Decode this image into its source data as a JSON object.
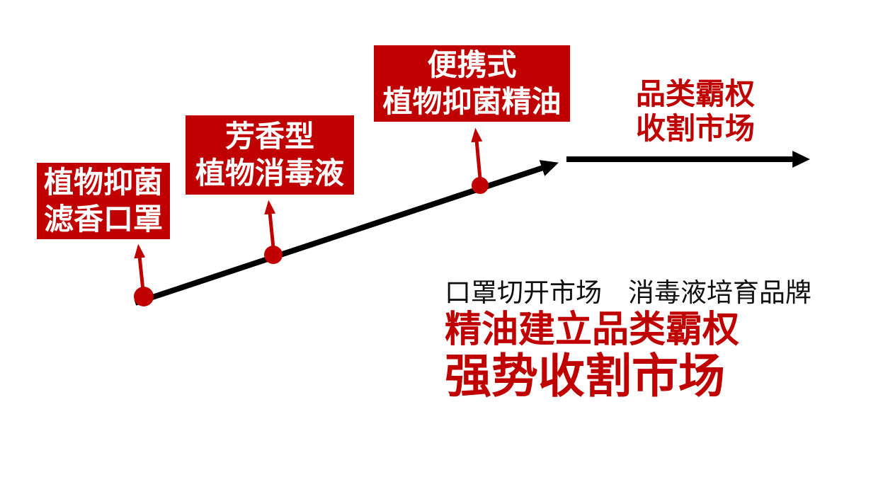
{
  "slide": {
    "background": "#FFFFFF",
    "type": "product-roadmap-diagram"
  },
  "colors": {
    "accent_red": "#C00000",
    "arrow_black": "#000000",
    "box_text_white": "#FFFFFF",
    "caption_black": "#111111"
  },
  "milestones": [
    {
      "line1": "植物抑菌",
      "line2": "滤香口罩"
    },
    {
      "line1": "芳香型",
      "line2": "植物消毒液"
    },
    {
      "line1": "便携式",
      "line2": "植物抑菌精油"
    }
  ],
  "endpoint_label": {
    "line1": "品类霸权",
    "line2": "收割市场"
  },
  "caption": {
    "line1": "口罩切开市场　消毒液培育品牌",
    "line2": "精油建立品类霸权",
    "line3": "强势收割市场"
  }
}
